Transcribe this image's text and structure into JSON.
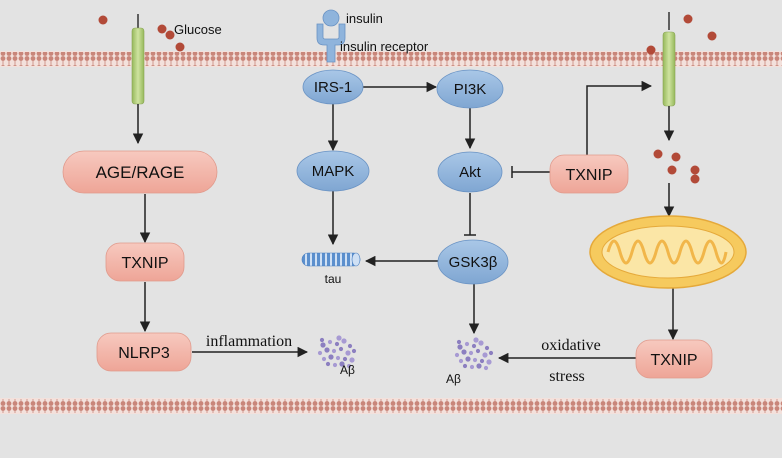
{
  "labels": {
    "glucose": "Glucose",
    "insulin": "insulin",
    "insulin_receptor": "insulin receptor",
    "irs1": "IRS-1",
    "pi3k": "PI3K",
    "mapk": "MAPK",
    "akt": "Akt",
    "gsk3b": "GSK3β",
    "tau": "tau",
    "age_rage": "AGE/RAGE",
    "txnip_left": "TXNIP",
    "nlrp3": "NLRP3",
    "inflammation": "inflammation",
    "abeta_left": "Aβ",
    "txnip_center": "TXNIP",
    "txnip_right": "TXNIP",
    "oxidative": "oxidative",
    "stress": "stress",
    "abeta_center": "Aβ"
  },
  "colors": {
    "background": "#e3e3e3",
    "membrane_head": "#c9867a",
    "membrane_band": "#f3e1dc",
    "blue_node": "#8fb4dc",
    "salmon_node": "#f3b8ac",
    "glucose_dot": "#b24a38",
    "channel_green": "#b6d27a",
    "mitochondrion": "#f6ca5e",
    "abeta_dot": "#8c7fc0",
    "arrow": "#222222"
  }
}
